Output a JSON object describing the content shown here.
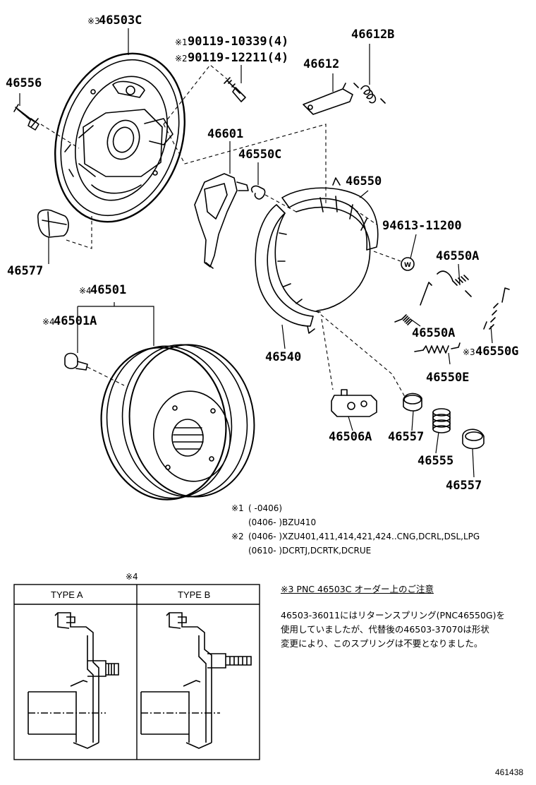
{
  "parts": {
    "p46503c": {
      "mark": "※3",
      "number": "46503C"
    },
    "p90119a": {
      "mark": "※1",
      "number": "90119-10339(4)"
    },
    "p90119b": {
      "mark": "※2",
      "number": "90119-12211(4)"
    },
    "p46612b": {
      "number": "46612B"
    },
    "p46612": {
      "number": "46612"
    },
    "p46556": {
      "number": "46556"
    },
    "p46601": {
      "number": "46601"
    },
    "p46550c": {
      "number": "46550C"
    },
    "p46550": {
      "number": "46550"
    },
    "p94613": {
      "number": "94613-11200"
    },
    "p46577": {
      "number": "46577"
    },
    "p46550a1": {
      "number": "46550A"
    },
    "p46501": {
      "mark": "※4",
      "number": "46501"
    },
    "p46501a": {
      "mark": "※4",
      "number": "46501A"
    },
    "p46550a2": {
      "number": "46550A"
    },
    "p46550g": {
      "mark": "※3",
      "number": "46550G"
    },
    "p46540": {
      "number": "46540"
    },
    "p46550e": {
      "number": "46550E"
    },
    "p46506a": {
      "number": "46506A"
    },
    "p46557a": {
      "number": "46557"
    },
    "p46555": {
      "number": "46555"
    },
    "p46557b": {
      "number": "46557"
    },
    "washer_symbol": "W"
  },
  "notes": {
    "n1_mark": "※1",
    "n1_line1": "(        -0406)",
    "n1_line2": "(0406-        )BZU410",
    "n2_mark": "※2",
    "n2_line1": "(0406-        )XZU401,411,414,421,424..CNG,DCRL,DSL,LPG",
    "n2_line2": "(0610-        )DCRTJ,DCRTK,DCRUE"
  },
  "type_table": {
    "mark": "※4",
    "col_a": "TYPE A",
    "col_b": "TYPE B"
  },
  "caution": {
    "title": "※3 PNC 46503C オーダー上のご注意",
    "line1": "46503-36011にはリターンスプリング(PNC46550G)を",
    "line2": "使用していましたが、代替後の46503-37070は形状",
    "line3": "変更により、このスプリングは不要となりました。"
  },
  "figure_number": "461438"
}
